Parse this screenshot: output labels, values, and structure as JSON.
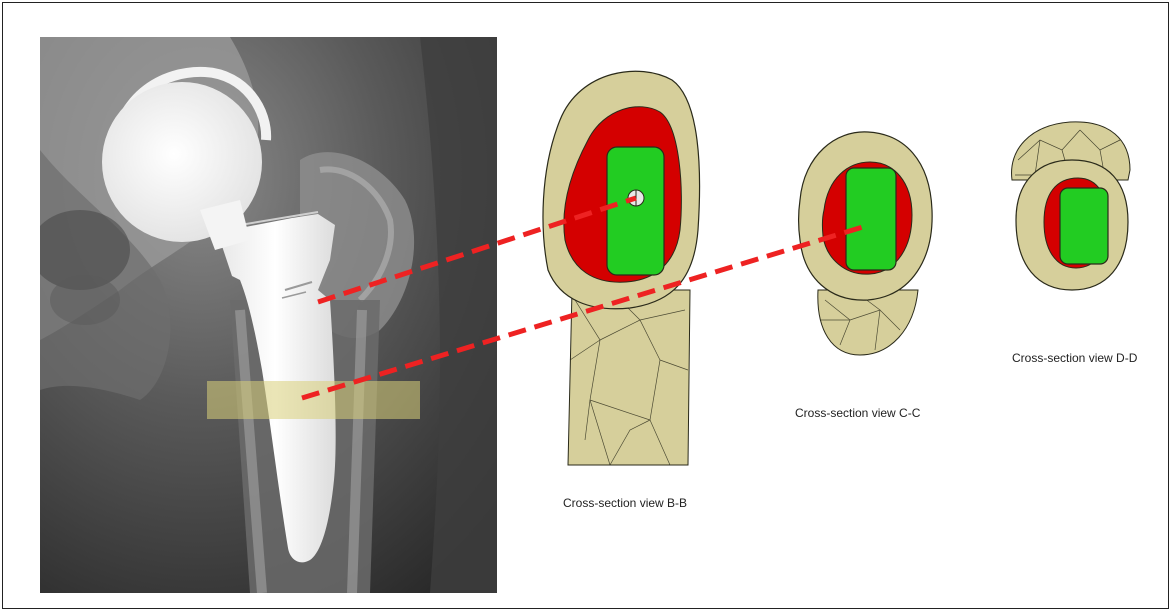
{
  "captions": {
    "bb": "Cross-section view B-B",
    "cc": "Cross-section view C-C",
    "dd": "Cross-section view D-D"
  },
  "colors": {
    "bone_cortical": "#d6cf9b",
    "bone_edge": "#2a2a1a",
    "cancellous": "#d40000",
    "implant": "#22cc22",
    "section_line": "#ee2222",
    "highlight_band": "#d8cf7a",
    "xray_background": "#3a3a3a"
  },
  "icons": {
    "radiograph": "hip-xray-image",
    "section_b": "femur-cross-section-b",
    "section_c": "femur-cross-section-c",
    "section_d": "femur-cross-section-d"
  }
}
